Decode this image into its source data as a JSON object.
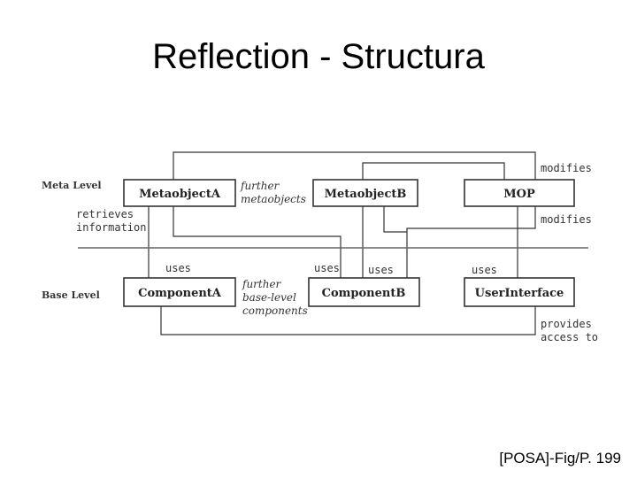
{
  "title": "Reflection - Structura",
  "citation": "[POSA]-Fig/P. 199",
  "diagram": {
    "levels": {
      "meta": "Meta Level",
      "base": "Base Level"
    },
    "boxes": {
      "metaobject_a": "MetaobjectA",
      "metaobject_b": "MetaobjectB",
      "mop": "MOP",
      "component_a": "ComponentA",
      "component_b": "ComponentB",
      "user_interface": "UserInterface"
    },
    "notes": {
      "further_metaobjects_1": "further",
      "further_metaobjects_2": "metaobjects",
      "further_components_1": "further",
      "further_components_2": "base-level",
      "further_components_3": "components"
    },
    "labels": {
      "modifies_top": "modifies",
      "modifies_mid": "modifies",
      "retrieves_1": "retrieves",
      "retrieves_2": "information",
      "uses_a": "uses",
      "uses_b1": "uses",
      "uses_b2": "uses",
      "uses_ui": "uses",
      "provides_1": "provides",
      "provides_2": "access to"
    }
  }
}
